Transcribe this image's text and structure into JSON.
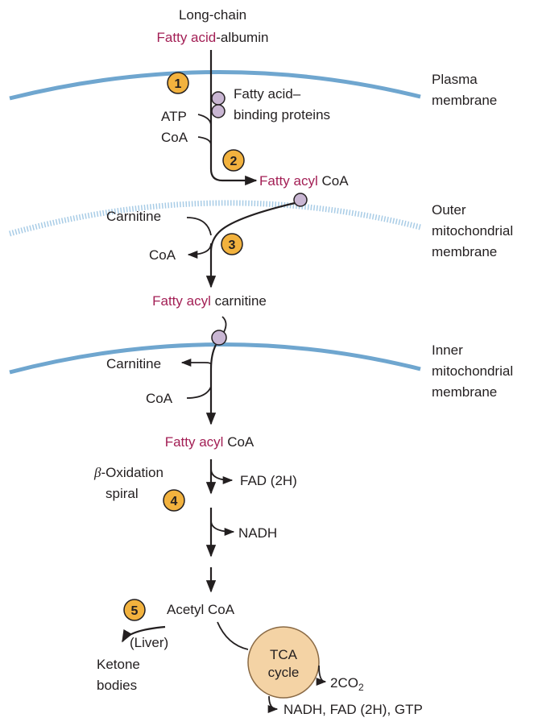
{
  "colors": {
    "membrane": "#6fa6cf",
    "accent_text": "#a31f55",
    "step_badge": "#f2b23e",
    "tca_circle": "#f4d3a5",
    "protein": "#c9b6d3"
  },
  "top": {
    "line1": "Long-chain",
    "fatty_acid": "Fatty acid",
    "albumin": "-albumin"
  },
  "membranes": {
    "plasma": [
      "Plasma",
      "membrane"
    ],
    "outer": [
      "Outer",
      "mitochondrial",
      "membrane"
    ],
    "inner": [
      "Inner",
      "mitochondrial",
      "membrane"
    ]
  },
  "steps": [
    "1",
    "2",
    "3",
    "4",
    "5"
  ],
  "labels": {
    "binding_1": "Fatty acid–",
    "binding_2": "binding proteins",
    "atp": "ATP",
    "coa": "CoA",
    "fatty_acyl": "Fatty acyl",
    "coa_suffix": " CoA",
    "carnitine": "Carnitine",
    "carnitine_suffix": " carnitine",
    "beta": "β",
    "oxidation": "-Oxidation",
    "spiral": "spiral",
    "fad": "FAD (2H)",
    "nadh": "NADH",
    "acetyl_coa": "Acetyl CoA",
    "liver": "(Liver)",
    "ketone_1": "Ketone",
    "ketone_2": "bodies",
    "tca_1": "TCA",
    "tca_2": "cycle",
    "co2": "2CO",
    "co2_sub": "2",
    "tca_products": "NADH, FAD (2H), GTP"
  }
}
